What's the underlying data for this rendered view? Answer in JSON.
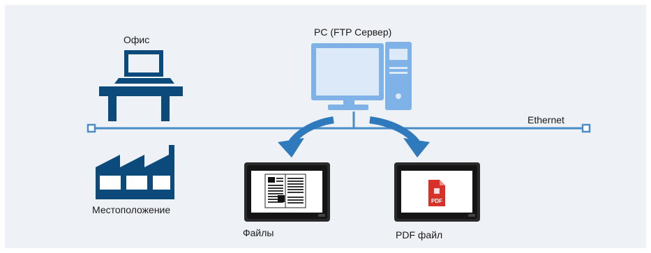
{
  "labels": {
    "office": "Офис",
    "pc": "PC (FTP Сервер)",
    "ethernet": "Ethernet",
    "location": "Местоположение",
    "files": "Файлы",
    "pdf_file": "PDF файл",
    "pdf_badge": "PDF"
  },
  "colors": {
    "navy": "#0b4a7a",
    "link": "#4a8cc8",
    "arrow": "#2f79bd",
    "monitor": "#7fb2e6",
    "screen": "#dbe9f8",
    "panel": "#eef1f5",
    "pdf": "#d6322a"
  }
}
